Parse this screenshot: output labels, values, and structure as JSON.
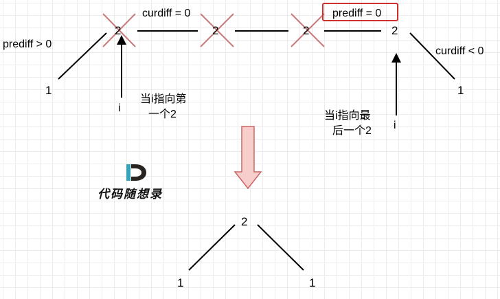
{
  "nodes": {
    "top_left_1": "1",
    "peak_crossed_a": "2",
    "peak_crossed_b": "2",
    "peak_crossed_c": "2",
    "top_right_2": "2",
    "top_right_1": "1",
    "bottom_peak_2": "2",
    "bottom_left_1": "1",
    "bottom_right_1": "1"
  },
  "labels": {
    "prediff_gt": "prediff > 0",
    "curdiff_eq": "curdiff = 0",
    "prediff_eq": "prediff = 0",
    "curdiff_lt": "curdiff < 0",
    "pointer_left": "i",
    "pointer_right": "i",
    "caption_left_line1": "当i指向第",
    "caption_left_line2": "一个2",
    "caption_right_line1": "当i指向最",
    "caption_right_line2": "后一个2"
  },
  "logo": {
    "text": "代码随想录"
  },
  "colors": {
    "cross": "#c97b7b",
    "highlight_box": "#d0312d",
    "arrow_fill": "#f8cecc",
    "arrow_stroke": "#c96464",
    "logo_dark": "#2a2420",
    "logo_teal": "#35a4b6"
  }
}
